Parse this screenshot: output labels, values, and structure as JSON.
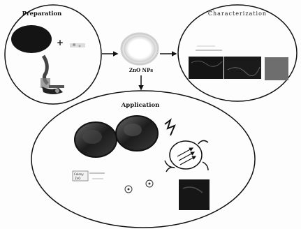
{
  "colors": {
    "ink": "#111111",
    "background": "#fdfdfd",
    "dark_sample": "#141414",
    "gray_sample": "#6e6e6e",
    "nanoparticle_ring": "#c8c8c8"
  },
  "preparation": {
    "title": "Preparation",
    "plus_sign": "+"
  },
  "nanoparticles": {
    "label": "ZnO NPs"
  },
  "characterization": {
    "title": "Characterization"
  },
  "application": {
    "title": "Application",
    "strip_label_top": "Colony",
    "strip_label_bottom": "ZnO"
  },
  "icons": {
    "arrow_right": "arrow-right-icon",
    "arrow_down": "arrow-down-icon",
    "lightning": "lightning-icon",
    "bacterium": "bacterium-icon",
    "petri_dish": "petri-dish-icon"
  }
}
